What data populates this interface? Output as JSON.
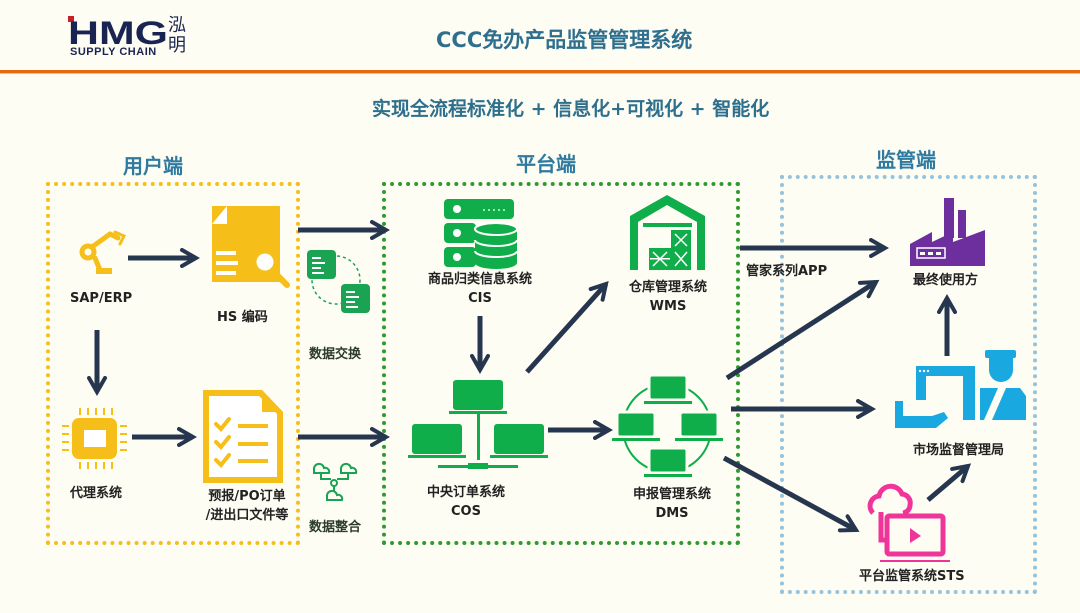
{
  "header": {
    "logo_main": "HMG",
    "logo_sub": "SUPPLY CHAIN",
    "logo_cn": [
      "泓",
      "明"
    ],
    "title": "CCC免办产品监管管理系统"
  },
  "subtitle": "实现全流程标准化 + 信息化+可视化 + 智能化",
  "colors": {
    "title": "#2f6f8e",
    "rule": "#e9690f",
    "user_accent": "#f6be19",
    "platform_accent": "#0fae4b",
    "regulator_border": "#96c2db",
    "arrow": "#27364f",
    "factory": "#6e2f9e",
    "market_bureau": "#19a8e0",
    "sts": "#f0359a"
  },
  "sections": {
    "user": {
      "label": "用户端",
      "nodes": [
        {
          "id": "sap",
          "label": "SAP/ERP",
          "icon": "robot-arm-icon"
        },
        {
          "id": "hs",
          "label": "HS 编码",
          "icon": "document-search-icon"
        },
        {
          "id": "agent",
          "label": "代理系统",
          "icon": "chip-icon"
        },
        {
          "id": "docs",
          "label_lines": [
            "预报/PO订单",
            "/进出口文件等"
          ],
          "icon": "checklist-document-icon"
        }
      ]
    },
    "links": {
      "exchange": {
        "label": "数据交换",
        "icon": "data-exchange-icon"
      },
      "integration": {
        "label": "数据整合",
        "icon": "cloud-network-icon"
      }
    },
    "platform": {
      "label": "平台端",
      "nodes": [
        {
          "id": "cis",
          "label_lines": [
            "商品归类信息系统",
            "CIS"
          ],
          "icon": "database-server-icon"
        },
        {
          "id": "wms",
          "label_lines": [
            "仓库管理系统",
            "WMS"
          ],
          "icon": "warehouse-icon"
        },
        {
          "id": "cos",
          "label_lines": [
            "中央订单系统",
            "COS"
          ],
          "icon": "laptop-network-icon"
        },
        {
          "id": "dms",
          "label_lines": [
            "申报管理系统",
            "DMS"
          ],
          "icon": "laptop-ring-icon"
        }
      ]
    },
    "regulator": {
      "label": "监管端",
      "app_label": "管家系列APP",
      "nodes": [
        {
          "id": "enduser",
          "label": "最终使用方",
          "icon": "factory-icon"
        },
        {
          "id": "market",
          "label": "市场监督管理局",
          "icon": "inspector-icon"
        },
        {
          "id": "sts",
          "label": "平台监管系统STS",
          "icon": "cloud-video-icon"
        }
      ]
    }
  }
}
